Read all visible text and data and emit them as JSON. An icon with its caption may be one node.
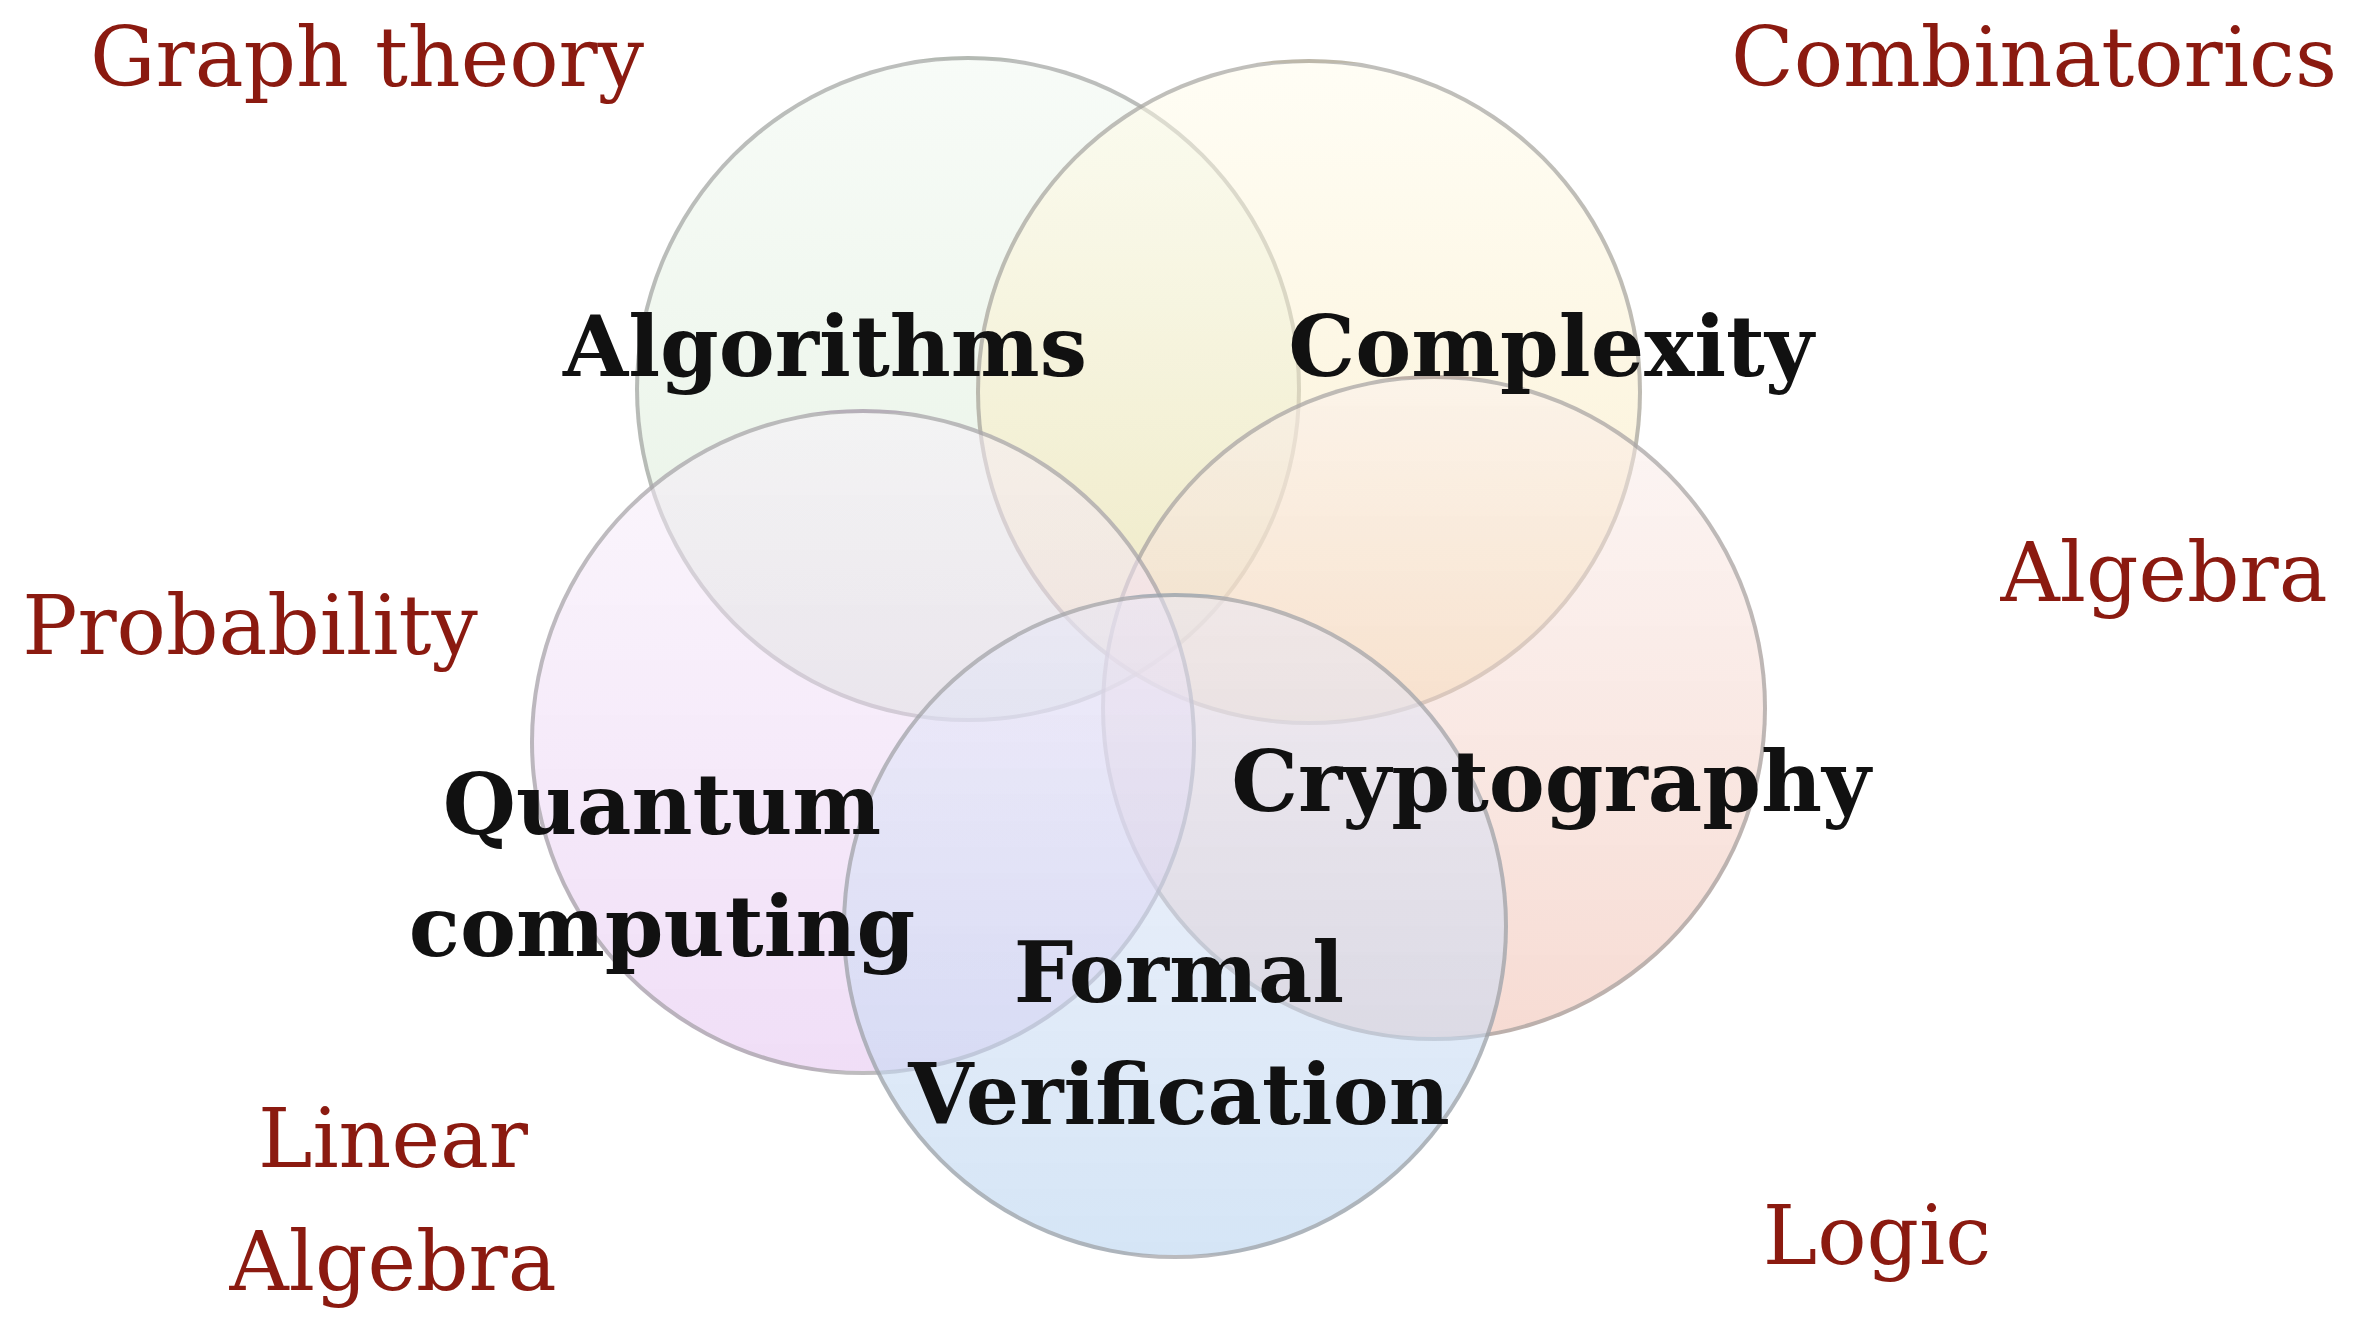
{
  "diagram": {
    "nodes": [
      {
        "text": [
          "Algorithms"
        ]
      },
      {
        "text": [
          "Complexity"
        ]
      },
      {
        "text": [
          "Cryptography"
        ]
      },
      {
        "text": [
          "Quantum computing"
        ]
      },
      {
        "text": [
          "Formal Verification"
        ]
      }
    ],
    "labels": [
      "Graph theory",
      "Combinatorics",
      "Algebra",
      "Probability",
      "Linear Algebra",
      "Logic"
    ]
  }
}
